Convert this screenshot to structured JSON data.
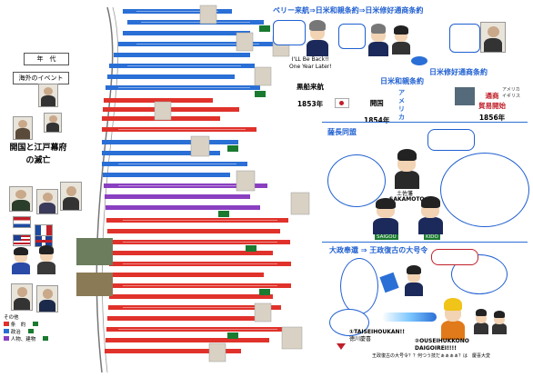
{
  "title": "開国と江戸幕府の滅亡",
  "legend": {
    "nendai": "年　代",
    "event": "海外のイベント"
  },
  "section1": {
    "heading": "ペリー来航⇒日米和親条約⇒日米修好通商条約",
    "perry_quote_1": "I'LL Be Back!!",
    "perry_quote_2": "One Year Later!",
    "kurofune": "黒船来航",
    "kurofune_year": "1853年",
    "kaikoku": "開国",
    "kaikoku_year": "1854年",
    "washin": "日米和親条約",
    "tsusho": "日米修好通商条約",
    "boeki": "通商",
    "boeki2": "貿易開始",
    "boeki_year": "1856年",
    "countries_a": "アメリカ",
    "countries_b": "イギリス"
  },
  "section2": {
    "heading": "薩長同盟",
    "tosa": "土佐藩",
    "sakamoto": "SAKAMOTO",
    "saigo": "SAIGOU",
    "kido": "KIDO"
  },
  "section3": {
    "heading": "大政奉還 ⇒ 王政復古の大号令",
    "taisei": "①TAISEIHOUKAN!!",
    "tokugawa": "徳川慶喜",
    "ousei": "②OUSEIHUKKONO",
    "daigoirei": "DAIGOIREI!!!!",
    "bottom_note": "王政復古の大号令？？何つう技だぁぁぁぁ？は　慶喜大変"
  },
  "key_legend": {
    "title": "その他",
    "row1": "条　約",
    "row2": "政治",
    "row3": "人物、建物"
  },
  "colors": {
    "blue_rail": "#2a6fd6",
    "red_rail": "#e0322b",
    "purple_rail": "#8a3fc0",
    "green_chip": "#1a7a30"
  }
}
